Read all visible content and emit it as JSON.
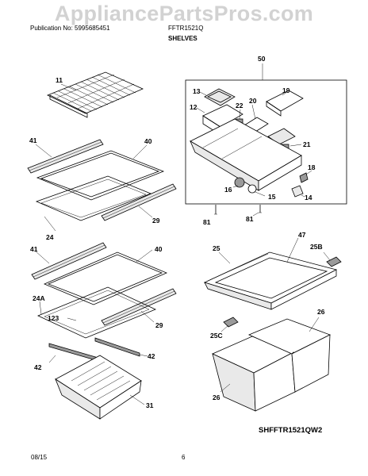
{
  "watermark": "AppliancePartsPros.com",
  "header": {
    "publication": "Publication No: 5995685451",
    "model": "FFTR1521Q",
    "section_title": "SHELVES"
  },
  "callouts": {
    "p11": "11",
    "p41a": "41",
    "p40a": "40",
    "p29a": "29",
    "p24": "24",
    "p41b": "41",
    "p40b": "40",
    "p24a": "24A",
    "p123": "123",
    "p29b": "29",
    "p42a": "42",
    "p42b": "42",
    "p31": "31",
    "p50": "50",
    "p13": "13",
    "p12": "12",
    "p22": "22",
    "p20": "20",
    "p19": "19",
    "p21": "21",
    "p18": "18",
    "p16": "16",
    "p15": "15",
    "p14": "14",
    "p81a": "81",
    "p81b": "81",
    "p25": "25",
    "p47": "47",
    "p25b": "25B",
    "p25c": "25C",
    "p26a": "26",
    "p26b": "26"
  },
  "diagram_code": "SHFFTR1521QW2",
  "footer": {
    "date": "08/15",
    "page": "6"
  }
}
